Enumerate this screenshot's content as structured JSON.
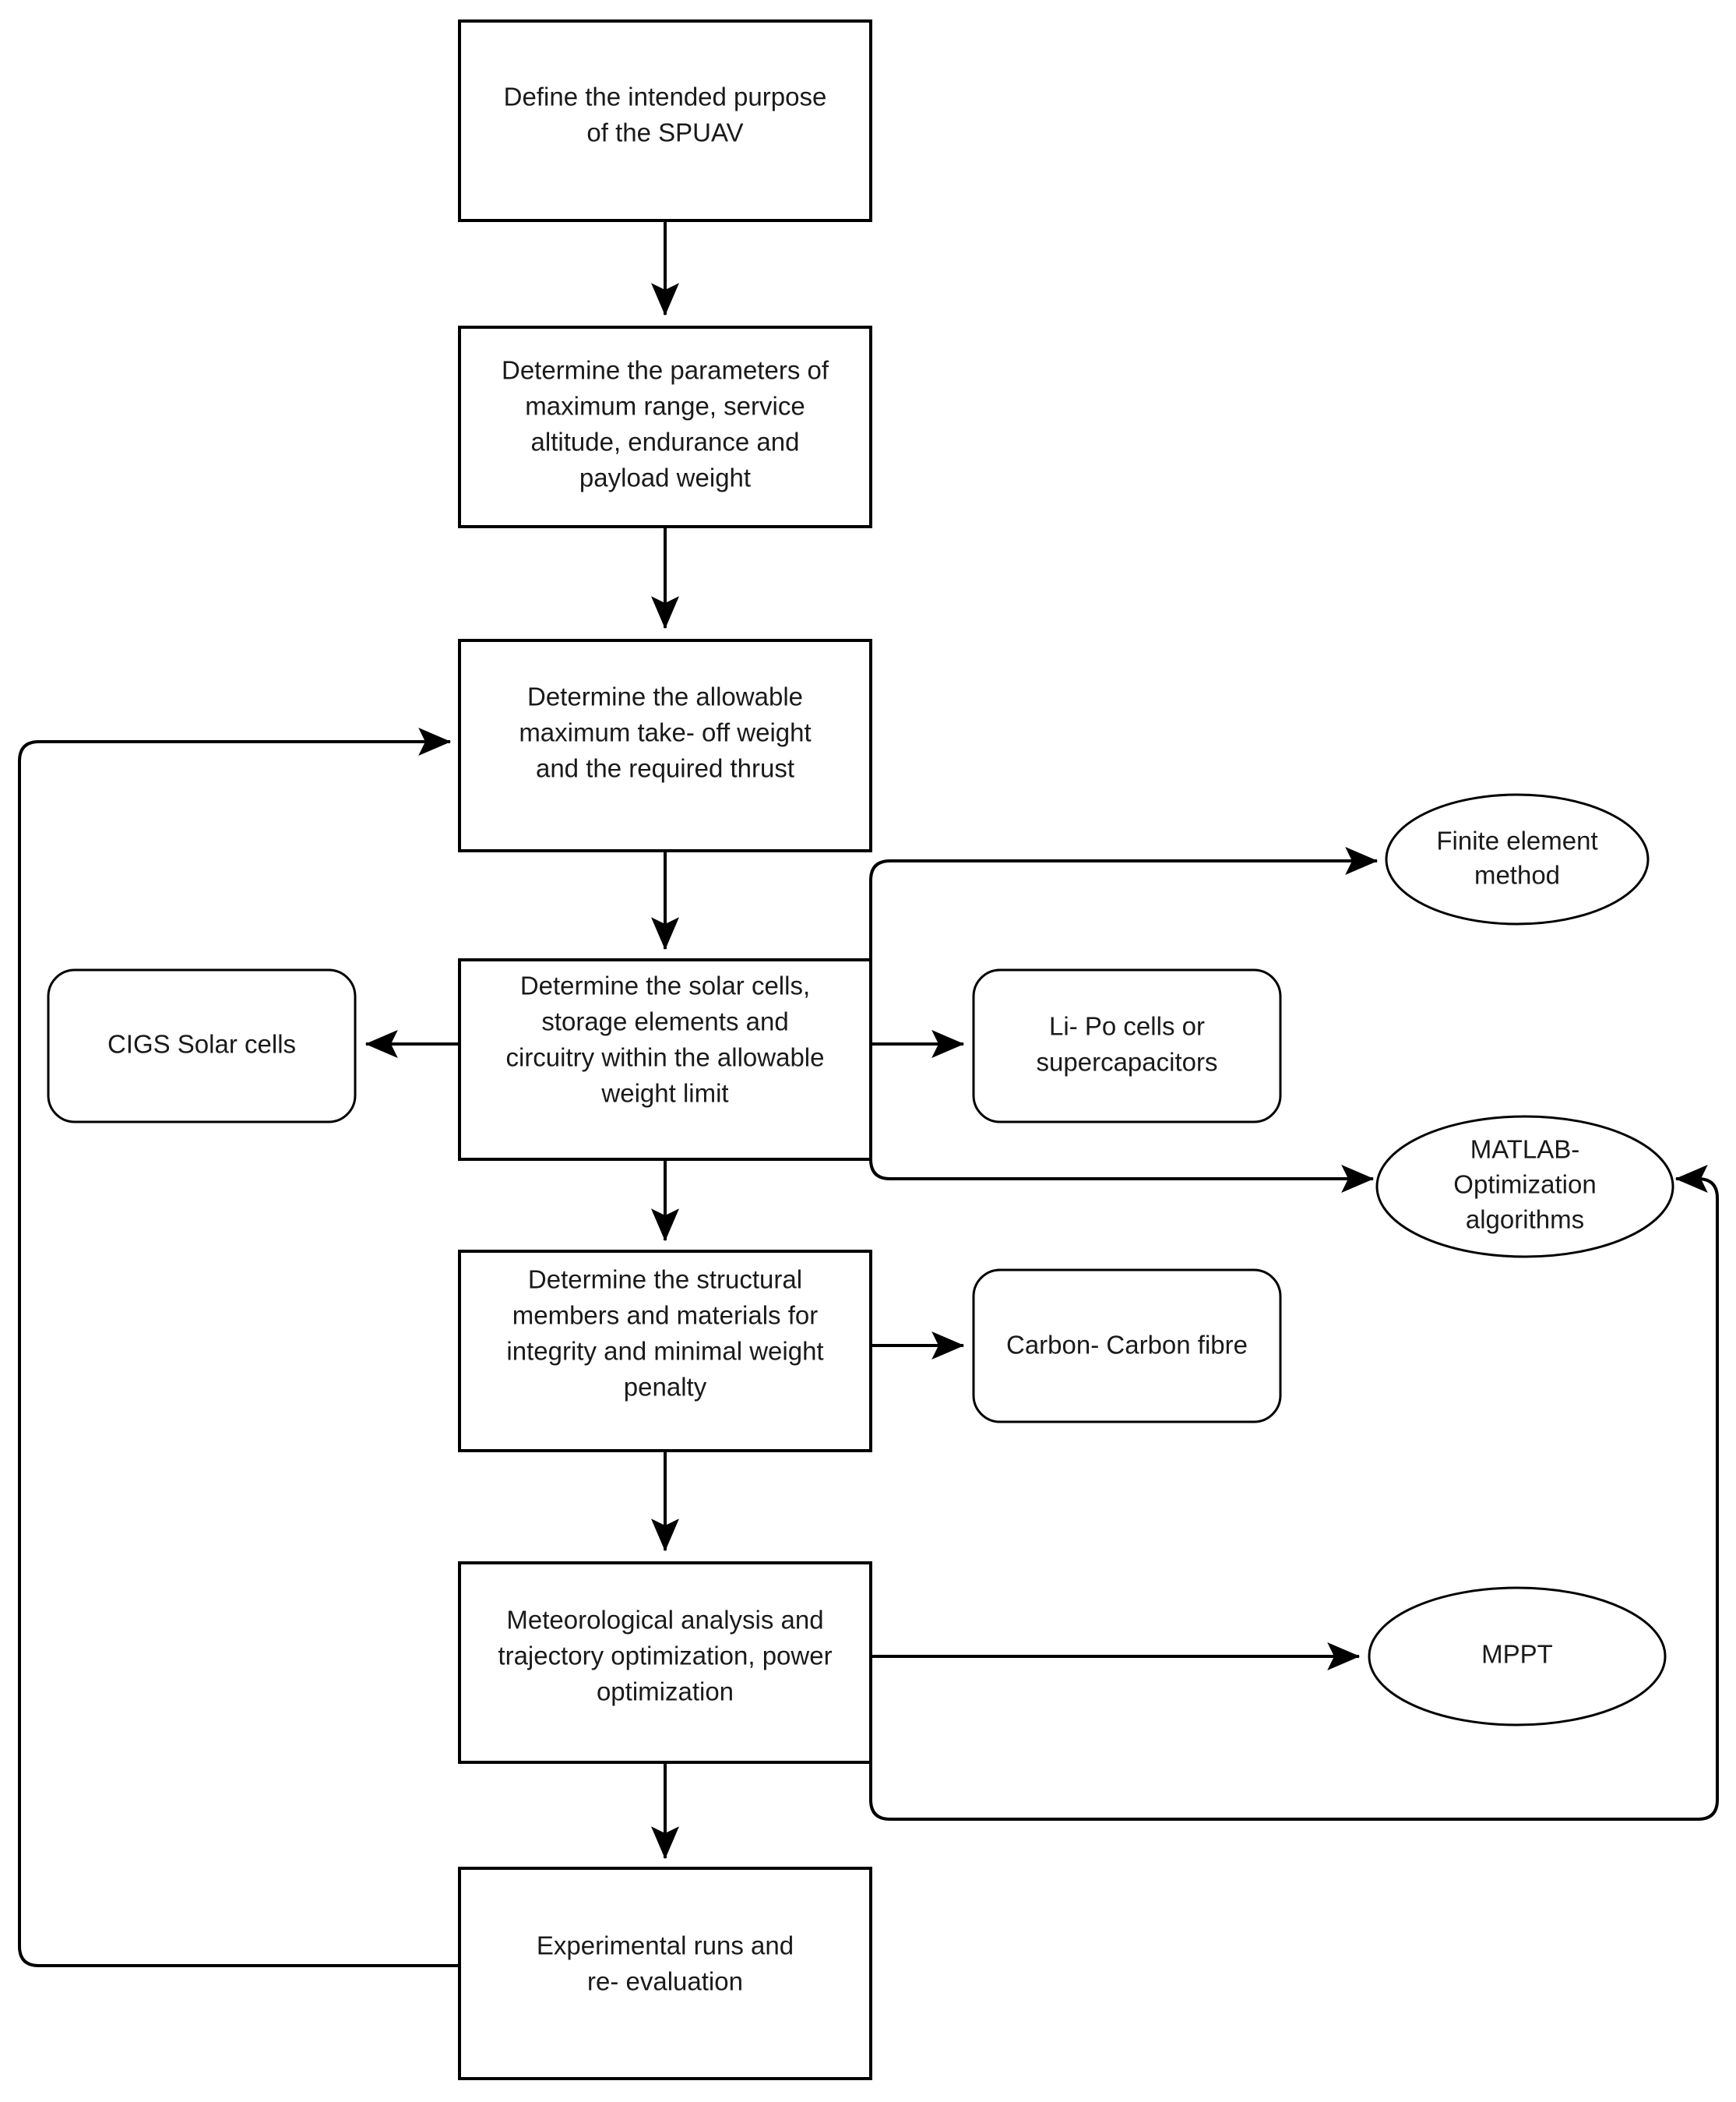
{
  "diagram": {
    "title": "SPUAV design methodology flowchart",
    "type": "flowchart",
    "background_color": "#ffffff",
    "line_color": "#000000",
    "text_color": "#1a1a1a"
  },
  "nodes": {
    "define_purpose": {
      "id": "define-purpose",
      "shape": "rectangle",
      "lines": [
        "Define the intended purpose",
        "of the SPUAV"
      ]
    },
    "determine_parameters": {
      "id": "determine-parameters",
      "shape": "rectangle",
      "lines": [
        "Determine the parameters of",
        "maximum range, service",
        "altitude, endurance and",
        "payload weight"
      ]
    },
    "determine_weight_thrust": {
      "id": "determine-weight-thrust",
      "shape": "rectangle",
      "lines": [
        "Determine the allowable",
        "maximum take- off weight",
        "and the required thrust"
      ]
    },
    "determine_solar_cells": {
      "id": "determine-solar-cells",
      "shape": "rectangle",
      "lines": [
        "Determine the solar cells,",
        "storage elements and",
        "circuitry within the allowable",
        "weight limit"
      ]
    },
    "determine_structural": {
      "id": "determine-structural-members",
      "shape": "rectangle",
      "lines": [
        "Determine the structural",
        "members and materials for",
        "integrity and minimal weight",
        "penalty"
      ]
    },
    "meteorological": {
      "id": "meteorological-analysis",
      "shape": "rectangle",
      "lines": [
        "Meteorological analysis and",
        "trajectory optimization, power",
        "optimization"
      ]
    },
    "experimental_runs": {
      "id": "experimental-runs",
      "shape": "rectangle",
      "lines": [
        "Experimental runs and",
        "re- evaluation"
      ]
    },
    "cigs_solar_cells": {
      "id": "cigs-solar-cells",
      "shape": "rounded-rectangle",
      "lines": [
        "CIGS Solar cells"
      ]
    },
    "lipo_cells": {
      "id": "lipo-cells",
      "shape": "rounded-rectangle",
      "lines": [
        "Li- Po cells or",
        "supercapacitors"
      ]
    },
    "carbon_fibre": {
      "id": "carbon-carbon-fibre",
      "shape": "rounded-rectangle",
      "lines": [
        "Carbon- Carbon fibre"
      ]
    },
    "finite_element": {
      "id": "finite-element-method",
      "shape": "ellipse",
      "lines": [
        "Finite element",
        "method"
      ]
    },
    "matlab_optimization": {
      "id": "matlab-optimization-algorithms",
      "shape": "ellipse",
      "lines": [
        "MATLAB-",
        "Optimization",
        "algorithms"
      ]
    },
    "mppt": {
      "id": "mppt",
      "shape": "ellipse",
      "lines": [
        "MPPT"
      ]
    }
  },
  "edges": [
    {
      "from": "define_purpose",
      "to": "determine_parameters",
      "style": "arrow-down"
    },
    {
      "from": "determine_parameters",
      "to": "determine_weight_thrust",
      "style": "arrow-down"
    },
    {
      "from": "determine_weight_thrust",
      "to": "determine_solar_cells",
      "style": "arrow-down"
    },
    {
      "from": "determine_solar_cells",
      "to": "determine_structural",
      "style": "arrow-down"
    },
    {
      "from": "determine_structural",
      "to": "meteorological",
      "style": "arrow-down"
    },
    {
      "from": "meteorological",
      "to": "experimental_runs",
      "style": "arrow-down"
    },
    {
      "from": "determine_solar_cells",
      "to": "cigs_solar_cells",
      "style": "arrow-left"
    },
    {
      "from": "determine_solar_cells",
      "to": "lipo_cells",
      "style": "arrow-right"
    },
    {
      "from": "determine_solar_cells",
      "to": "finite_element",
      "style": "elbow-right-up"
    },
    {
      "from": "determine_solar_cells",
      "to": "matlab_optimization",
      "style": "elbow-right-down"
    },
    {
      "from": "determine_structural",
      "to": "carbon_fibre",
      "style": "arrow-right"
    },
    {
      "from": "meteorological",
      "to": "mppt",
      "style": "arrow-right"
    },
    {
      "from": "meteorological",
      "to": "matlab_optimization",
      "style": "feedback-right-loop"
    },
    {
      "from": "experimental_runs",
      "to": "determine_weight_thrust",
      "style": "feedback-left-loop"
    }
  ]
}
